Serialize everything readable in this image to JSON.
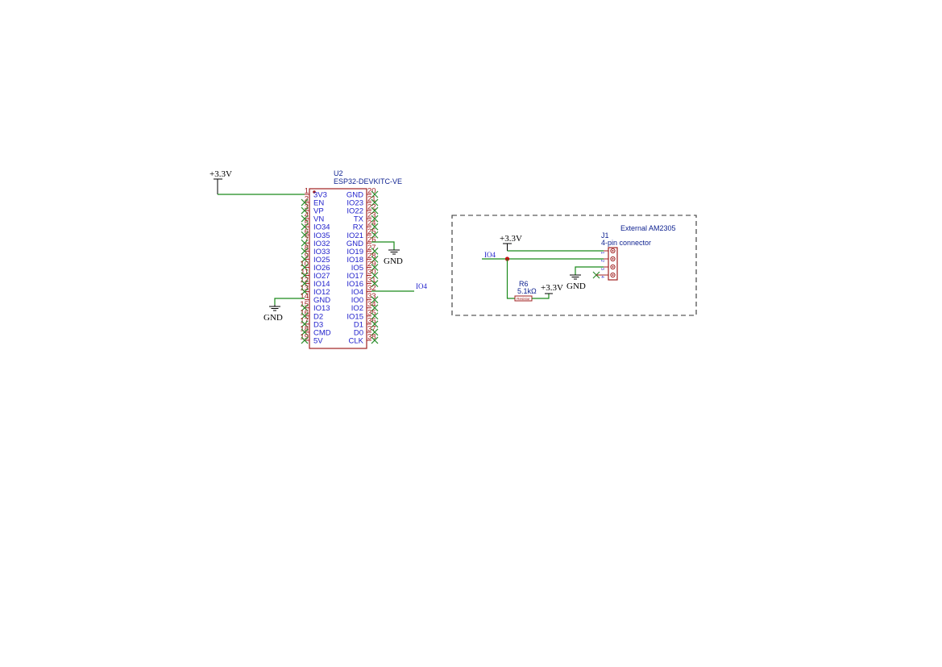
{
  "colors": {
    "wire": "#1a8a1a",
    "symbol": "#a02020",
    "pin_name": "#2222cc",
    "pin_name_special": "#d12b0c",
    "no_connect": "#2f8f2f",
    "junction": "#c01010",
    "text_black": "#000000"
  },
  "u2": {
    "ref": "U2",
    "value": "ESP32-DEVKITC-VE",
    "left_pins": [
      {
        "num": "1",
        "name": "3V3",
        "nc": false
      },
      {
        "num": "2",
        "name": "EN",
        "nc": true
      },
      {
        "num": "3",
        "name": "VP",
        "nc": true,
        "special": true
      },
      {
        "num": "4",
        "name": "VN",
        "nc": true
      },
      {
        "num": "5",
        "name": "IO34",
        "nc": true
      },
      {
        "num": "6",
        "name": "IO35",
        "nc": true
      },
      {
        "num": "7",
        "name": "IO32",
        "nc": true
      },
      {
        "num": "8",
        "name": "IO33",
        "nc": true
      },
      {
        "num": "9",
        "name": "IO25",
        "nc": true
      },
      {
        "num": "10",
        "name": "IO26",
        "nc": true
      },
      {
        "num": "11",
        "name": "IO27",
        "nc": true
      },
      {
        "num": "12",
        "name": "IO14",
        "nc": true
      },
      {
        "num": "13",
        "name": "IO12",
        "nc": true
      },
      {
        "num": "14",
        "name": "GND",
        "nc": false,
        "black": true
      },
      {
        "num": "15",
        "name": "IO13",
        "nc": true
      },
      {
        "num": "16",
        "name": "D2",
        "nc": true
      },
      {
        "num": "17",
        "name": "D3",
        "nc": true
      },
      {
        "num": "18",
        "name": "CMD",
        "nc": true
      },
      {
        "num": "19",
        "name": "5V",
        "nc": true
      }
    ],
    "right_pins": [
      {
        "num": "20",
        "name": "GND",
        "nc": true,
        "black": true
      },
      {
        "num": "21",
        "name": "IO23",
        "nc": true
      },
      {
        "num": "22",
        "name": "IO22",
        "nc": true
      },
      {
        "num": "23",
        "name": "TX",
        "nc": true
      },
      {
        "num": "24",
        "name": "RX",
        "nc": true
      },
      {
        "num": "25",
        "name": "IO21",
        "nc": true
      },
      {
        "num": "26",
        "name": "GND",
        "nc": false,
        "black": true
      },
      {
        "num": "27",
        "name": "IO19",
        "nc": true
      },
      {
        "num": "28",
        "name": "IO18",
        "nc": true
      },
      {
        "num": "29",
        "name": "IO5",
        "nc": true
      },
      {
        "num": "30",
        "name": "IO17",
        "nc": true
      },
      {
        "num": "31",
        "name": "IO16",
        "nc": true
      },
      {
        "num": "32",
        "name": "IO4",
        "nc": false
      },
      {
        "num": "33",
        "name": "IO0",
        "nc": true
      },
      {
        "num": "34",
        "name": "IO2",
        "nc": true
      },
      {
        "num": "35",
        "name": "IO15",
        "nc": true
      },
      {
        "num": "36",
        "name": "D1",
        "nc": true
      },
      {
        "num": "37",
        "name": "D0",
        "nc": true
      },
      {
        "num": "38",
        "name": "CLK",
        "nc": true
      }
    ]
  },
  "power": {
    "v33_main": "+3.3V",
    "gnd_left": "GND",
    "gnd_right": "GND",
    "v33_box": "+3.3V",
    "v33_r6": "+3.3V",
    "gnd_box": "GND"
  },
  "nets": {
    "io4_right": "IO4",
    "io4_box": "IO4"
  },
  "external_box": {
    "title": "External AM2305"
  },
  "j1": {
    "ref": "J1",
    "value": "4-pin connector",
    "pins": [
      "1",
      "2",
      "3",
      "4"
    ]
  },
  "r6": {
    "ref": "R6",
    "value": "5.1kΩ",
    "body_label": "Resistor"
  }
}
